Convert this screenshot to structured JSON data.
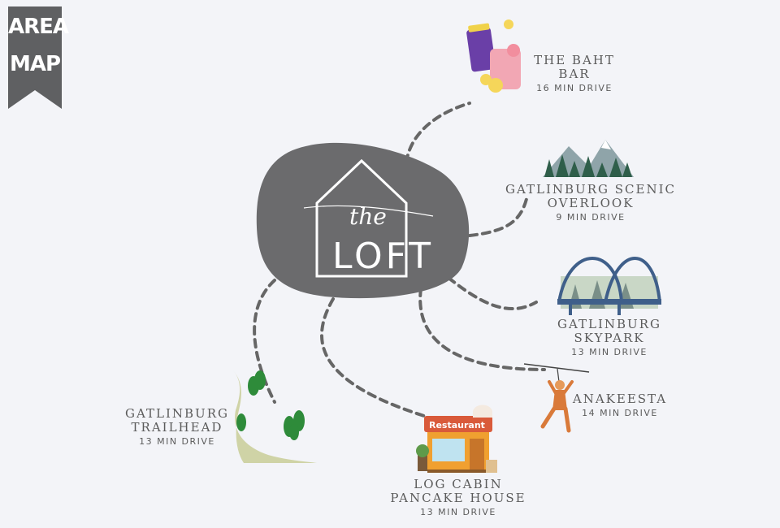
{
  "badge": {
    "line1": "AREA",
    "line2": "MAP",
    "color": "#5f6062"
  },
  "logo": {
    "script": "the",
    "word": "LOFT",
    "blob_color": "#6b6b6d"
  },
  "locations": [
    {
      "id": "baht-bar",
      "name_lines": [
        "THE BAHT",
        "BAR"
      ],
      "drive": "16 MIN DRIVE",
      "icon": "cocktail-drinks-icon"
    },
    {
      "id": "scenic-overlook",
      "name_lines": [
        "GATLINBURG SCENIC",
        "OVERLOOK"
      ],
      "drive": "9 MIN DRIVE",
      "icon": "mountains-icon"
    },
    {
      "id": "skypark",
      "name_lines": [
        "GATLINBURG",
        "SKYPARK"
      ],
      "drive": "13 MIN DRIVE",
      "icon": "skybridge-icon"
    },
    {
      "id": "anakeesta",
      "name_lines": [
        "ANAKEESTA"
      ],
      "drive": "14 MIN DRIVE",
      "icon": "zipline-icon"
    },
    {
      "id": "log-cabin",
      "name_lines": [
        "LOG CABIN",
        "PANCAKE HOUSE"
      ],
      "drive": "13 MIN DRIVE",
      "icon": "restaurant-icon",
      "sign": "Restaurant"
    },
    {
      "id": "trailhead",
      "name_lines": [
        "GATLINBURG",
        "TRAILHEAD"
      ],
      "drive": "13 MIN DRIVE",
      "icon": "trail-icon"
    }
  ]
}
